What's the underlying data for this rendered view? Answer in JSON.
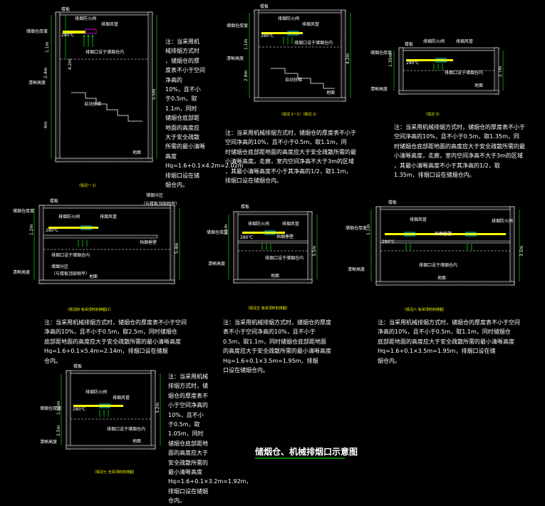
{
  "labels": {
    "ceiling": "楼板",
    "smoke_barrier": "挡烟垂壁",
    "fire_damper": "排烟防火阀",
    "exhaust_duct": "排烟风管",
    "exhaust_outlet": "排烟口设于储烟仓内",
    "smoke_thickness": "储烟仓厚度",
    "clear_height": "清晰高度",
    "stair": "自动扶梯",
    "floor": "地面",
    "temp": "280℃",
    "floor_lower": "地面",
    "smoke_reservoir": "储烟分区",
    "note_open": "（与楼板顶部相平）"
  },
  "dims": {
    "d1_top": "1.1m",
    "d1_mid": "4.2m",
    "d1_h1": "2.4m",
    "d1_h2": "6m",
    "d1_right": "5.5m",
    "d2_top": "1.1m",
    "d2_mid": "2.8m",
    "d2_right": "4.2m",
    "d3_a": "1.35m",
    "d3_b": "2.7m",
    "d4_a": "1.2m",
    "d4_b": "5.4m",
    "d5_a": "1.1m",
    "d5_b": "3.5m",
    "d6_a": "1.1m",
    "d6_b": "3.5m",
    "d7_a": "1.05m",
    "d7_b": "2.5m",
    "d7_c": "3.2m"
  },
  "captions": {
    "c1": "（情况一 1）",
    "c2": "（情况 2一1）（情况 2）",
    "c3": "（情况 3）",
    "c4": "（情况四 有吊顶时的排烟口）",
    "c5": "（情况五 有吊顶时的排烟）",
    "c6": "（情况六 有吊顶时的排烟）",
    "c7": "（情况七 无吊顶时的排烟）"
  },
  "notes": {
    "n1": "注：当采用机\n械排烟方式时\n，储烟仓的厚\n度表不小于空间\n净高的\n10%，且不小\n于0.5m，取\n1.1m，同时\n储烟仓底部距\n地面的高度应\n大于安全疏散\n所需的最小清晰\n高度\nHq=1.6+0.1×4.2m=2.02m\n排烟口设在储\n烟仓内。",
    "n2": "注：当采用机械排烟方式时，储烟仓的厚度表不小于\n空间净高的10%，且不小于0.5m，取1.1m，同\n时储烟仓底部距地面的高度应大于安全疏散所需的最\n小清晰高度。走廊，室内空间净高不大于3m的区域\n，其最小清晰高度不小于其净高的1/2，取1.1m，\n排烟口设在储烟仓内。",
    "n3": "注：当采用机械排烟方式时，储烟仓的厚度表不小于\n空间净高的10%，且不小于0.5m，取1.35m，同\n时储烟仓底部距地面的高度应大于安全疏散所需的最\n小清晰高度，走廊，室内空间净高不大于3m的区域\n，其最小清晰高度不小于其净高的1/2，取\n1.35m，排烟口设在储烟仓内。",
    "n4": "注：当采用机械排烟方式时，储烟仓的厚度表不小于空间\n净高的10%，且不小于0.5m，取2.5m，同时储烟仓\n底部距地面的高度应大于安全疏散所需的最小清晰高度\nHq=1.6+0.1×5.4m=2.14m，排烟口设在储烟\n仓内。",
    "n5": "注：当采用机械排烟方式时，储烟仓的厚度\n表不小于空间净高的10%，且不小于\n0.5m，取1.1m，同时储烟仓底部距地面\n的高度应大于安全疏散所需的最小清晰高度\nHq=1.6+0.1×3.5m=1.95m，排烟\n口设在储烟仓内。",
    "n6": "注：当采用机械排烟方式时，储烟仓的厚度表不小于空间\n净高的10%，且不小于0.5m，取1.1m，同时储烟仓\n底部距地面的高度应大于安全疏散所需的最小清晰高度\nHq=1.6+0.1×3.5m=1.95m，排烟口设在储\n烟仓内。",
    "n7": "注：当采用机械\n排烟方式时，储\n烟仓的厚度表不\n小于空间净高的\n10%，且不小\n于0.5m，取\n1.05m，同时\n储烟仓底部距地\n面的高度应大于\n安全疏散所需的\n最小清晰高度\nHq=1.6+0.1×3.2m=1.92m，\n排烟口设在储烟\n仓内。"
  },
  "title": "储烟仓、机械排烟口示意图",
  "colors": {
    "background": "#000000",
    "wall": "#ffffff",
    "dim_line": "#00ff00",
    "duct": "#ffff00",
    "arrow": "#00ff00",
    "caption": "#ffff00",
    "text": "#ffffff",
    "stair": "#ffffff",
    "hatch": "#ff00ff",
    "cyan": "#00ffff"
  }
}
